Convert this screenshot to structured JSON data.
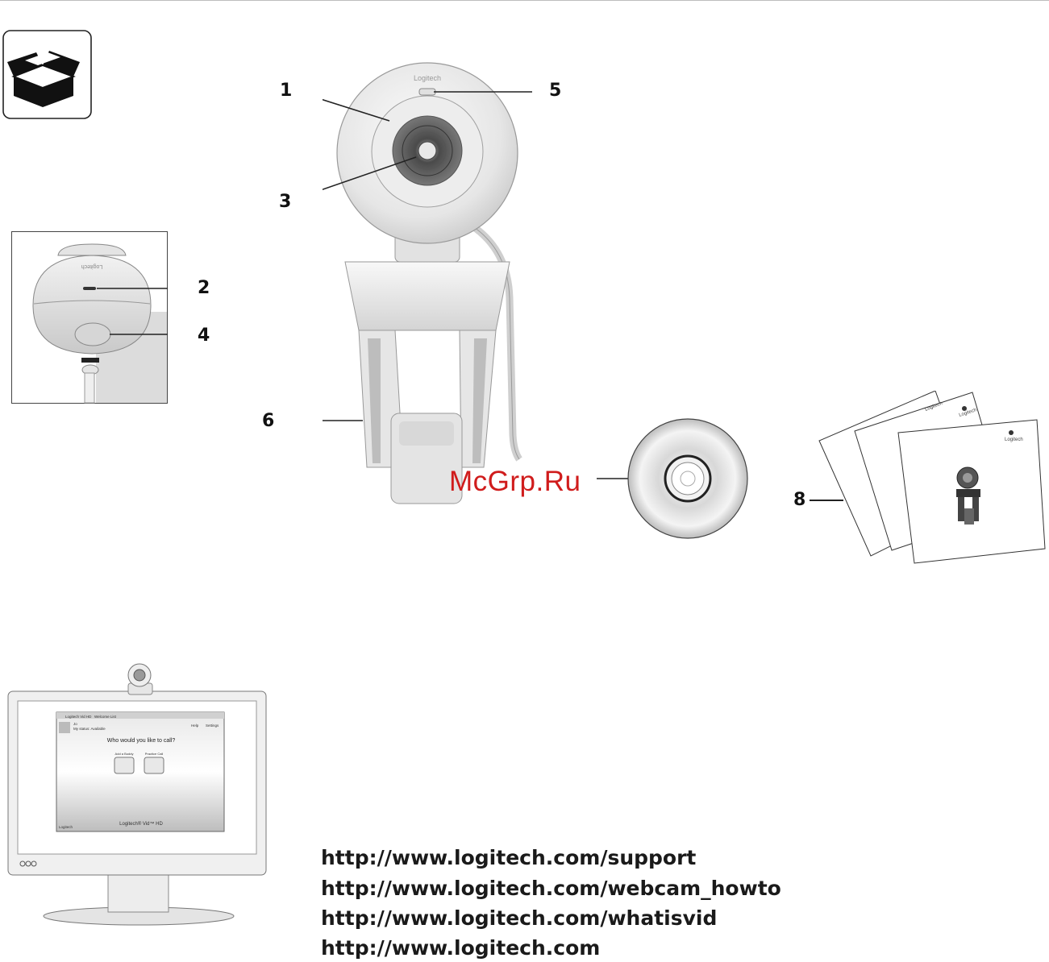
{
  "callouts": [
    "1",
    "2",
    "3",
    "4",
    "5",
    "6",
    "8"
  ],
  "camera": {
    "brand": "Logitech"
  },
  "screen": {
    "window_title": "Logitech Vid HD",
    "tab": "Welcome List",
    "user_name": "Jo",
    "status": "My status: Available",
    "help": "Help",
    "settings": "Settings",
    "question": "Who would you like to call?",
    "add_buddy": "Add a Buddy",
    "practice_call": "Practice Call",
    "footer": "Logitech® Vid™ HD",
    "brand": "Logitech"
  },
  "links": [
    "http://www.logitech.com/support",
    "http://www.logitech.com/webcam_howto",
    "http://www.logitech.com/whatisvid",
    "http://www.logitech.com"
  ],
  "watermark": "McGrp.Ru"
}
